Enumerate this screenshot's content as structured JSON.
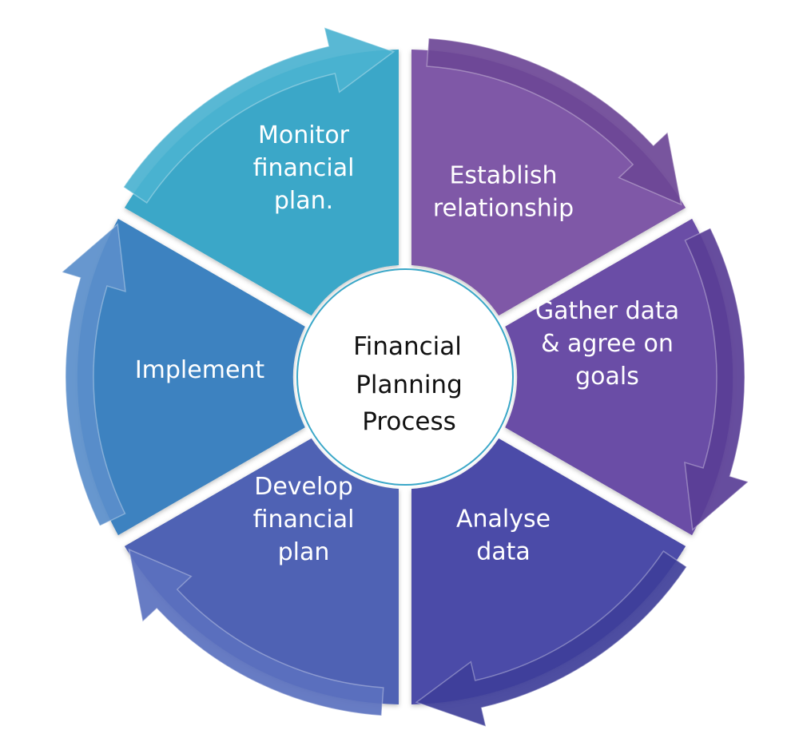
{
  "diagram": {
    "center": {
      "lines": [
        "Financial",
        "Planning",
        "Process"
      ]
    },
    "steps": [
      {
        "label_lines": [
          "Establish",
          "relationship"
        ],
        "color": "#7f59a7",
        "arrow_color": "#6d4796"
      },
      {
        "label_lines": [
          "Gather data",
          "& agree on",
          "goals"
        ],
        "color": "#6a4ea6",
        "arrow_color": "#5a3e96"
      },
      {
        "label_lines": [
          "Analyse",
          "data"
        ],
        "color": "#4b4ba8",
        "arrow_color": "#3f3f9a"
      },
      {
        "label_lines": [
          "Develop",
          "financial",
          "plan"
        ],
        "color": "#4f62b4",
        "arrow_color": "#5b71bf"
      },
      {
        "label_lines": [
          "Implement"
        ],
        "color": "#3e82c0",
        "arrow_color": "#5b8fcb"
      },
      {
        "label_lines": [
          "Monitor",
          "financial",
          "plan."
        ],
        "color": "#3aa7c8",
        "arrow_color": "#4bb3d1"
      }
    ]
  }
}
